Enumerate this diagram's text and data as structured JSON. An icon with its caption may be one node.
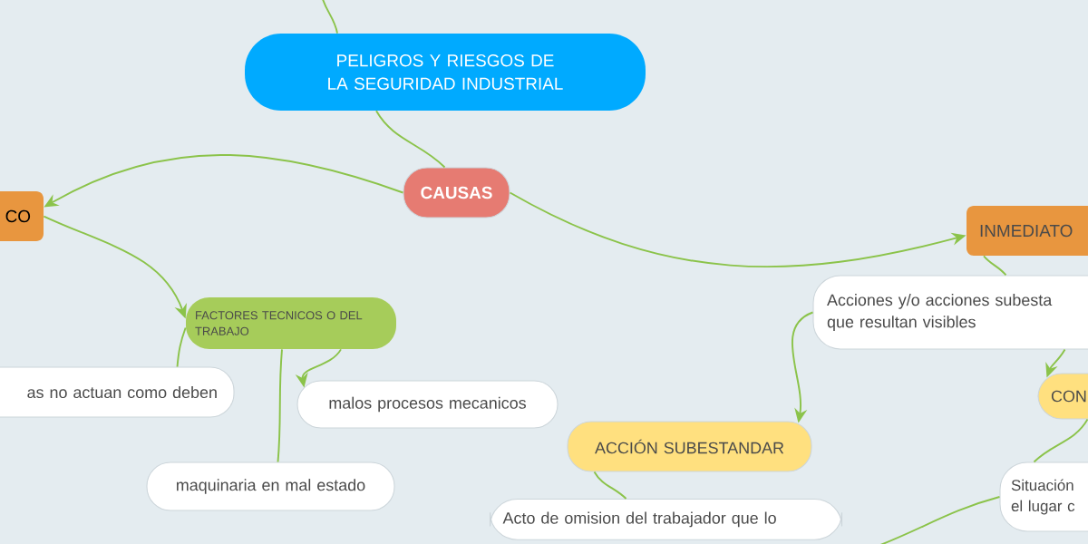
{
  "diagram": {
    "nodes": [
      {
        "text": [
          "PELIGROS Y RIESGOS DE LA SEGURIDAD INDUSTRIAL"
        ]
      },
      {
        "text": [
          "CAUSAS"
        ]
      },
      {
        "text": [
          "CO"
        ]
      },
      {
        "text": [
          "INMEDIATO"
        ]
      },
      {
        "text": [
          "FACTORES TECNICOS O DEL TRABAJO"
        ]
      },
      {
        "text": [
          "as no actuan como deben"
        ]
      },
      {
        "text": [
          "malos procesos mecanicos"
        ]
      },
      {
        "text": [
          "maquinaria en mal estado"
        ]
      },
      {
        "text": [
          "Acciones y/o acciones subesta que resultan visibles"
        ]
      },
      {
        "text": [
          "ACCIÓN SUBESTANDAR"
        ]
      },
      {
        "text": [
          "CON"
        ]
      },
      {
        "text": [
          "Situación el lugar c"
        ]
      },
      {
        "text": [
          "Acto de omision del trabajador que lo"
        ]
      }
    ],
    "edges": [
      {
        "from": null,
        "to": 0,
        "arrow": "none"
      },
      {
        "from": 0,
        "to": 1,
        "arrow": "none"
      },
      {
        "from": 1,
        "to": 2,
        "arrow": "to"
      },
      {
        "from": 1,
        "to": 3,
        "arrow": "to"
      },
      {
        "from": 2,
        "to": 4,
        "arrow": "to"
      },
      {
        "from": 4,
        "to": 5,
        "arrow": "none"
      },
      {
        "from": 4,
        "to": 7,
        "arrow": "none"
      },
      {
        "from": 4,
        "to": 6,
        "arrow": "to"
      },
      {
        "from": 3,
        "to": 8,
        "arrow": "none"
      },
      {
        "from": 8,
        "to": 9,
        "arrow": "to"
      },
      {
        "from": 8,
        "to": 10,
        "arrow": "to"
      },
      {
        "from": 9,
        "to": 12,
        "arrow": "none"
      },
      {
        "from": 10,
        "to": 11,
        "arrow": "none"
      },
      {
        "from": 11,
        "to": null,
        "arrow": "none"
      }
    ]
  }
}
